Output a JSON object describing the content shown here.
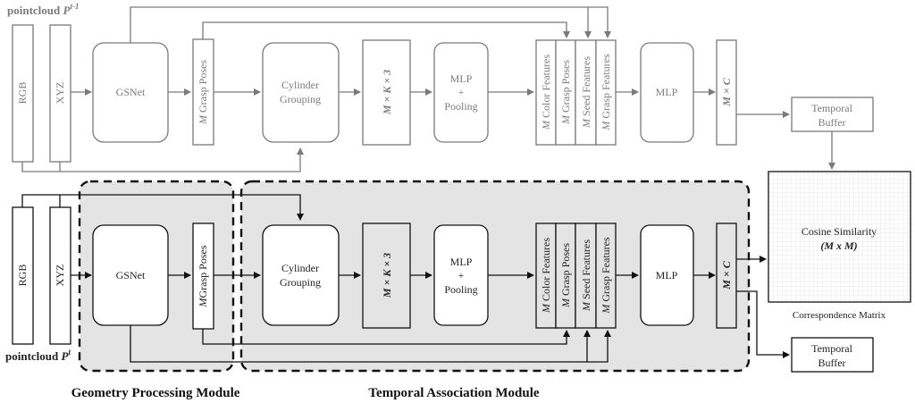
{
  "top_row": {
    "pointcloud_label": "pointcloud",
    "pointcloud_symbol": "P",
    "pointcloud_superscript": "t-1",
    "rgb": "RGB",
    "xyz": "XYZ",
    "gsnet": "GSNet",
    "grasp_poses_m": "M",
    "grasp_poses": "Grasp Poses",
    "cylinder_line1": "Cylinder",
    "cylinder_line2": "Grouping",
    "mk3": "M × K × 3",
    "mlp_pool_line1": "MLP",
    "mlp_pool_line2": "+",
    "mlp_pool_line3": "Pooling",
    "features": [
      {
        "m": "M",
        "label": "Color Features"
      },
      {
        "m": "M",
        "label": "Grasp Poses"
      },
      {
        "m": "M",
        "label": "Seed Features"
      },
      {
        "m": "M",
        "label": "Grasp Features"
      }
    ],
    "mlp": "MLP",
    "mc": "M × C",
    "temporal_line1": "Temporal",
    "temporal_line2": "Buffer"
  },
  "bottom_row": {
    "pointcloud_label": "pointcloud",
    "pointcloud_symbol": "P",
    "pointcloud_superscript": "t",
    "rgb": "RGB",
    "xyz": "XYZ",
    "gsnet": "GSNet",
    "grasp_poses_m": "M",
    "grasp_poses": "Grasp Poses",
    "cylinder_line1": "Cylinder",
    "cylinder_line2": "Grouping",
    "mk3": "M × K × 3",
    "mlp_pool_line1": "MLP",
    "mlp_pool_line2": "+",
    "mlp_pool_line3": "Pooling",
    "features": [
      {
        "m": "M",
        "label": "Color Features"
      },
      {
        "m": "M",
        "label": "Grasp Poses"
      },
      {
        "m": "M",
        "label": "Seed Features"
      },
      {
        "m": "M",
        "label": "Grasp Features"
      }
    ],
    "mlp": "MLP",
    "mc": "M × C",
    "temporal_line1": "Temporal",
    "temporal_line2": "Buffer"
  },
  "matrix": {
    "title_line1": "Cosine Similarity",
    "title_line2": "(M x M)",
    "caption": "Correspondence Matrix"
  },
  "modules": {
    "geometry": "Geometry Processing Module",
    "temporal": "Temporal Association Module"
  },
  "colors": {
    "faded": "#7a7a7a",
    "dark": "#111111",
    "module_bg": "#e4e4e4"
  }
}
